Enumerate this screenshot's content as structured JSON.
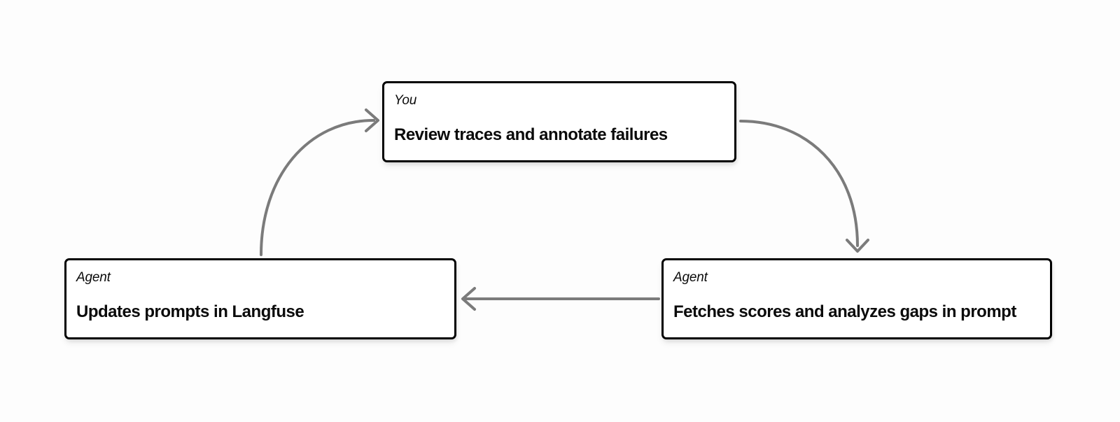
{
  "canvas": {
    "background": "#fdfdfd",
    "box_background": "#ffffff",
    "box_border_color": "#000000",
    "text_color": "#0a0a0a",
    "arrow_color": "#7b7b7b"
  },
  "nodes": [
    {
      "id": "review",
      "actor": "You",
      "title": "Review traces and annotate failures"
    },
    {
      "id": "update",
      "actor": "Agent",
      "title": "Updates prompts in Langfuse"
    },
    {
      "id": "fetch",
      "actor": "Agent",
      "title": "Fetches scores and analyzes gaps in prompt"
    }
  ],
  "edges": [
    {
      "from": "update",
      "to": "review",
      "style": "curved",
      "description": "curves up-right from top of Updates box to left side of Review box"
    },
    {
      "from": "review",
      "to": "fetch",
      "style": "curved",
      "description": "curves down-right from right side of Review box to top of Fetches box"
    },
    {
      "from": "fetch",
      "to": "update",
      "style": "straight",
      "description": "horizontal arrow pointing left from Fetches box to Updates box"
    }
  ]
}
